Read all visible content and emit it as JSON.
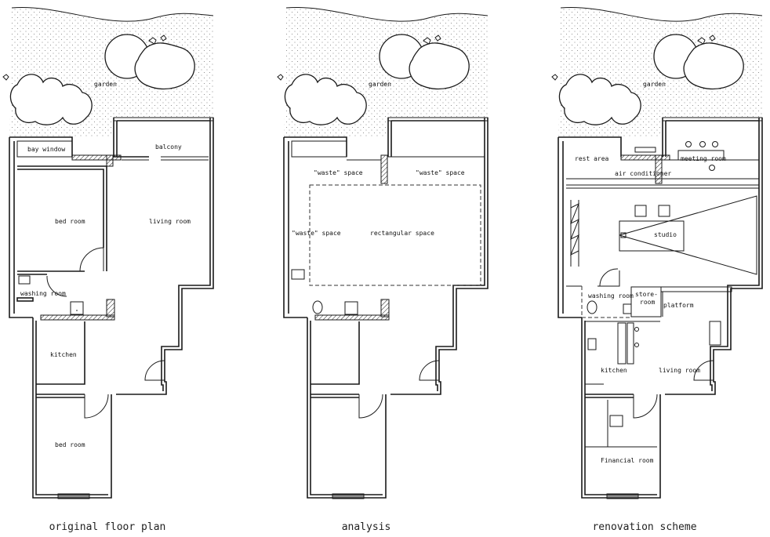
{
  "panels": [
    {
      "caption": "original floor plan",
      "labels": {
        "garden": "garden",
        "bay_window": "bay window",
        "balcony": "balcony",
        "bed_room_1": "bed room",
        "living_room": "living room",
        "washing_room": "washing room",
        "kitchen": "kitchen",
        "bed_room_2": "bed room"
      }
    },
    {
      "caption": "analysis",
      "labels": {
        "garden": "garden",
        "waste_1": "\"waste\" space",
        "waste_2": "\"waste\" space",
        "waste_3": "\"waste\" space",
        "rectangular": "rectangular space"
      }
    },
    {
      "caption": "renovation scheme",
      "labels": {
        "garden": "garden",
        "rest_area": "rest area",
        "meeting_room": "meeting room",
        "air_conditioner": "air conditioner",
        "studio": "studio",
        "washing_room": "washing room",
        "store": "store-",
        "room": "room",
        "platform": "platform",
        "kitchen": "kitchen",
        "living_room": "living room",
        "financial_room": "Financial room"
      }
    }
  ]
}
